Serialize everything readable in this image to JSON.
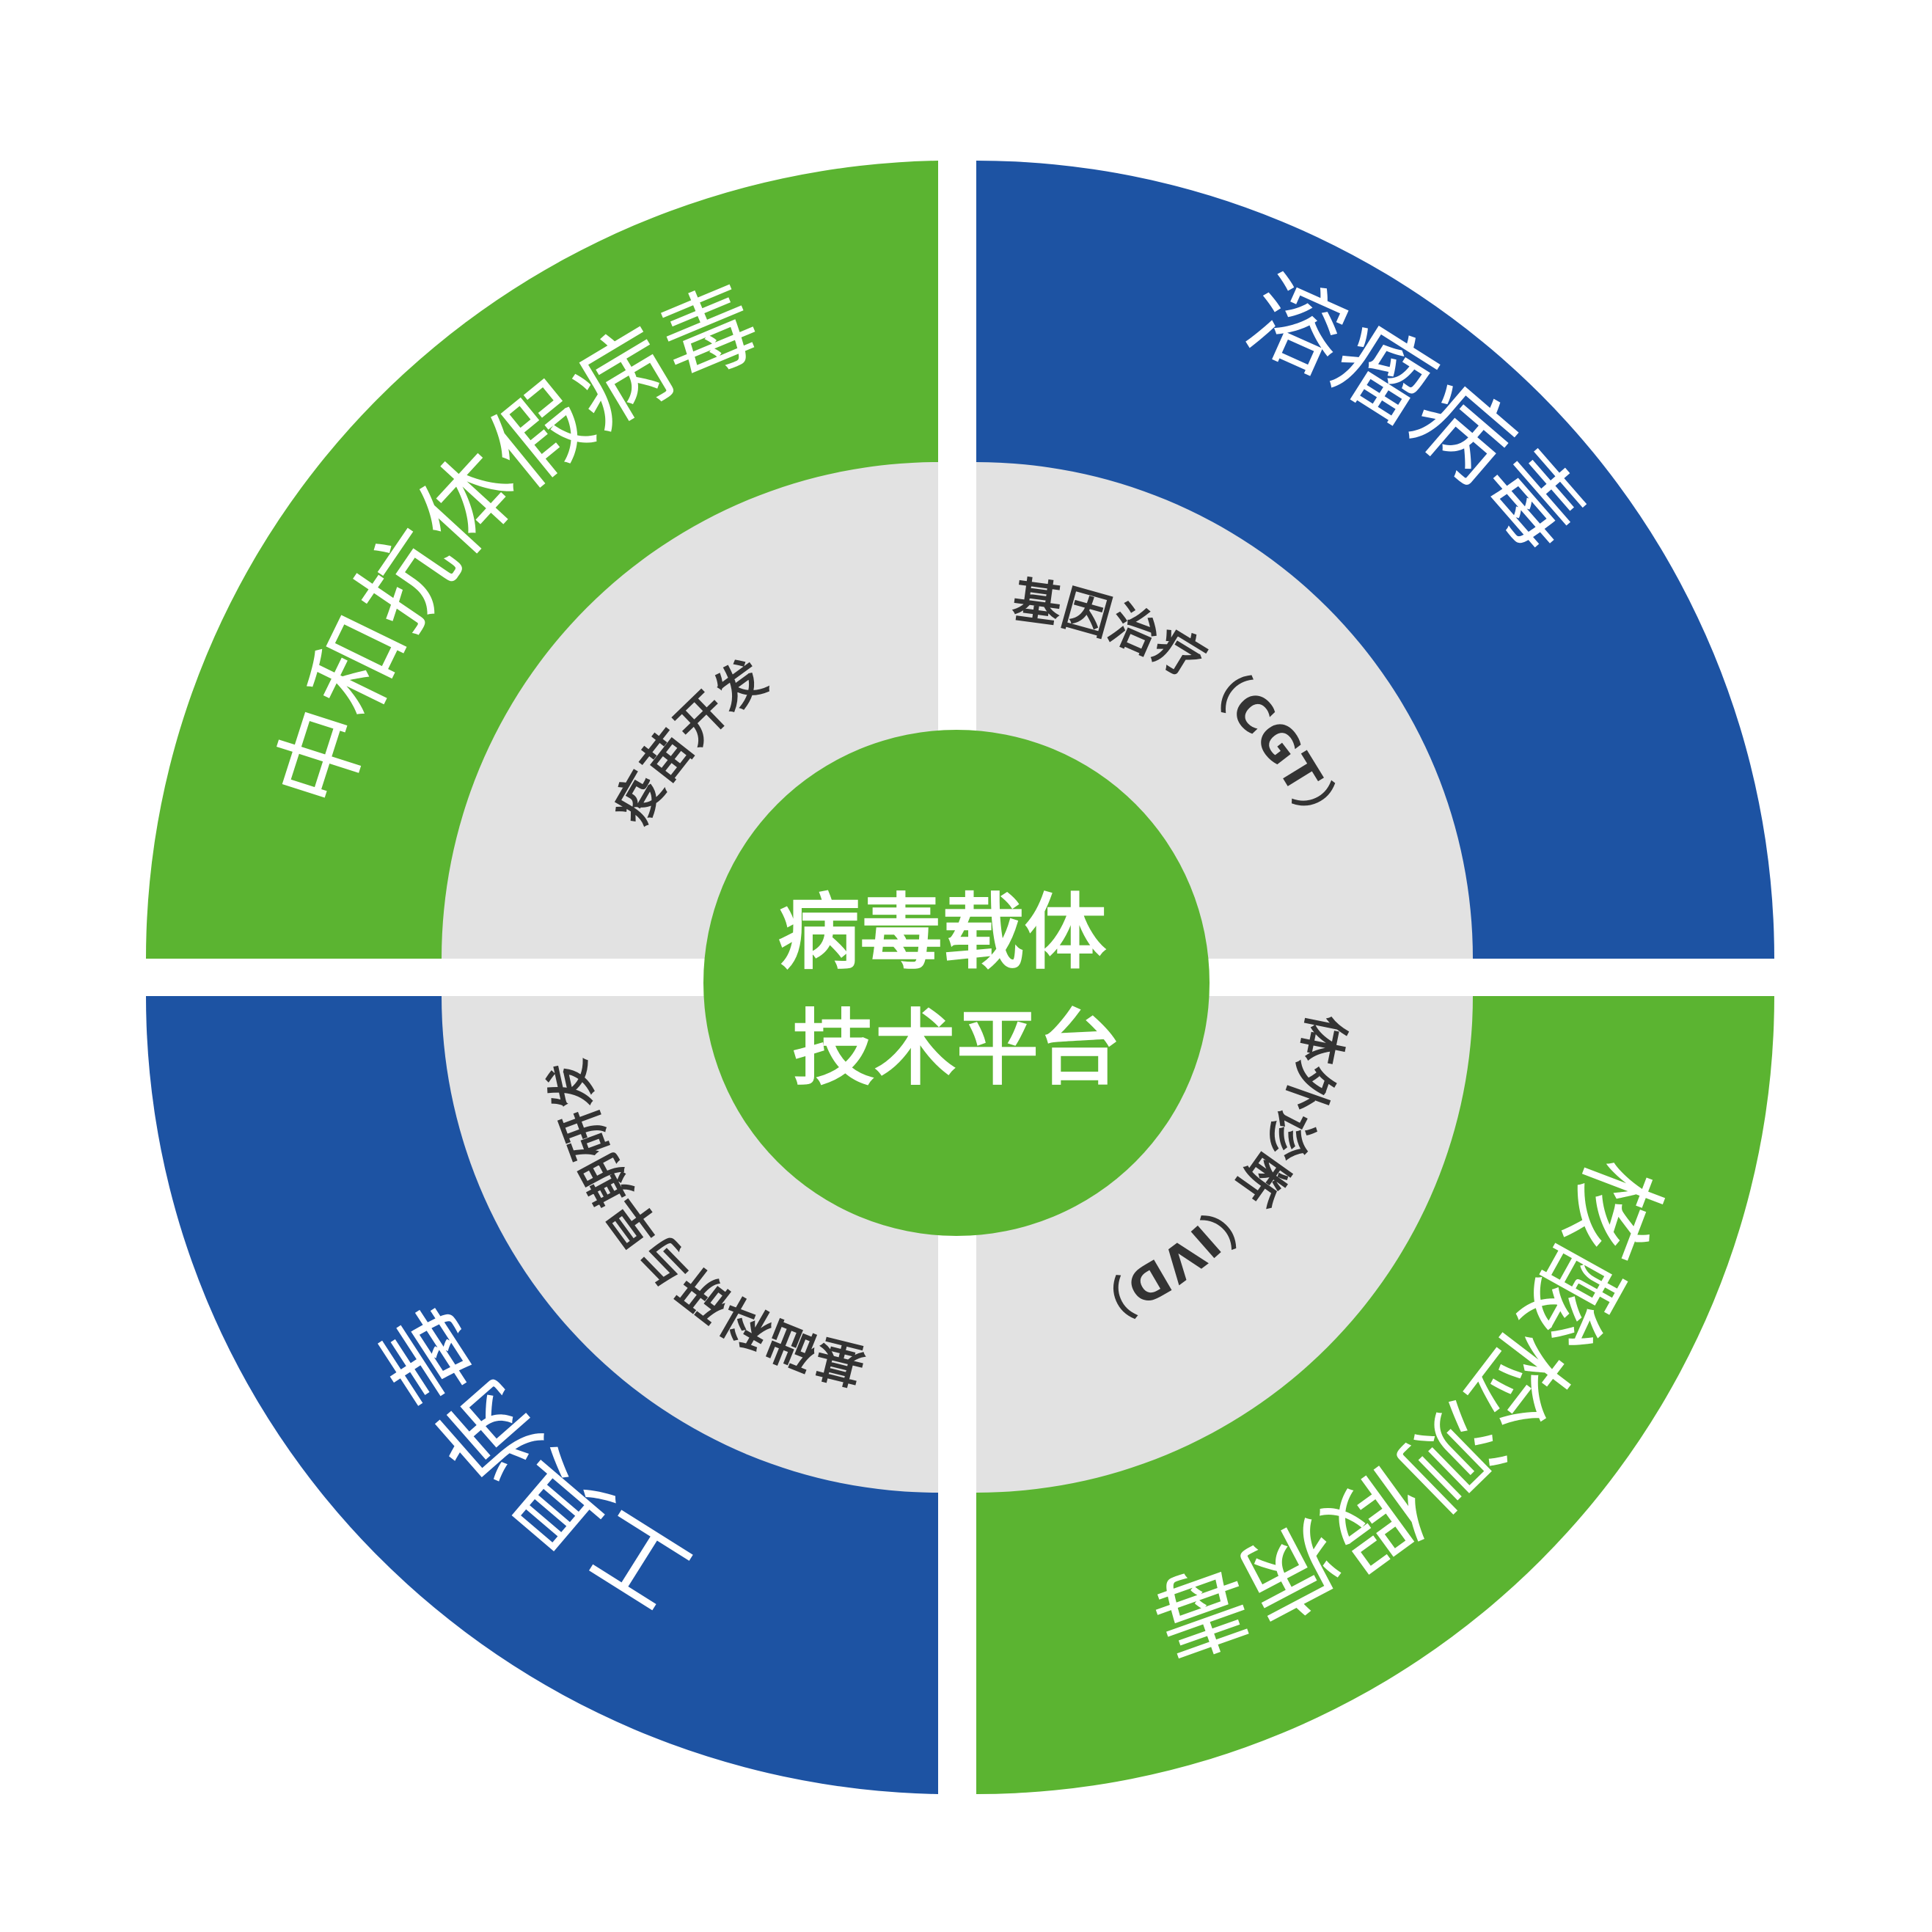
{
  "center": {
    "line1": "病毒载体",
    "line2": "技术平台",
    "color": "#5bb431"
  },
  "inner_ring": {
    "color": "#e2e2e2",
    "text_color": "#333333",
    "top_left": "疫苗开发",
    "top_right": "基因治疗（CGT）",
    "bottom_right": "体外诊断（IVD）",
    "bottom_left": "基础科研与早期研发"
  },
  "outer_ring": {
    "top_left": {
      "label": "中和抗体假病毒",
      "color": "#5bb431"
    },
    "top_right": {
      "label": "溶瘤病毒",
      "color": "#1d53a3"
    },
    "bottom_right": {
      "label": "核酸检测假病毒",
      "color": "#5bb431"
    },
    "bottom_left": {
      "label": "工具病毒",
      "color": "#1d53a3"
    }
  }
}
